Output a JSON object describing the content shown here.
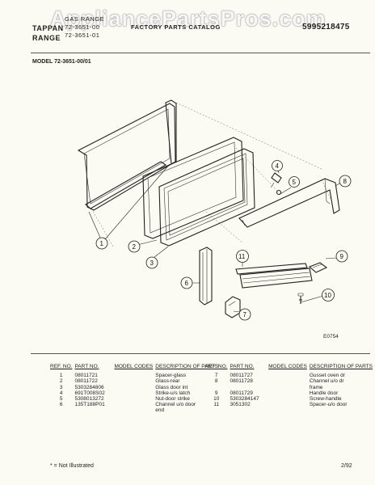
{
  "watermark": "AppliancePartsPros.com",
  "header": {
    "left_line1": "TAPPAN",
    "left_line2": "RANGE",
    "sub_line1": "GAS RANGE",
    "sub_line2": "72-3651-00",
    "sub_line3": "72-3651-01",
    "catalog": "FACTORY PARTS CATALOG",
    "part_number": "5995218475"
  },
  "model": "MODEL 72-3651-00/01",
  "figure_code": "E0754",
  "callouts": [
    "1",
    "2",
    "3",
    "4",
    "5",
    "6",
    "7",
    "8",
    "9",
    "10",
    "11"
  ],
  "table": {
    "left_headers": [
      "REF. NO.",
      "PART NO.",
      "MODEL CODES",
      "DESCRIPTION OF PARTS"
    ],
    "right_headers": [
      "REF. NO.",
      "PART NO.",
      "MODEL CODES",
      "DESCRIPTION OF PARTS"
    ],
    "left_rows": [
      {
        "ref": "1",
        "part": "08011721",
        "desc": "Spacer-glass"
      },
      {
        "ref": "2",
        "part": "08011722",
        "desc": "Glass-rear"
      },
      {
        "ref": "3",
        "part": "5303284806",
        "desc": "Glass door int"
      },
      {
        "ref": "4",
        "part": "691T008S02",
        "desc": "Strike-u/s latch"
      },
      {
        "ref": "5",
        "part": "5308013272",
        "desc": "Nut-door strike"
      },
      {
        "ref": "6",
        "part": "135T188P01",
        "desc": "Channel u/o door"
      },
      {
        "ref": "",
        "part": "",
        "desc": "end"
      }
    ],
    "right_rows": [
      {
        "ref": "7",
        "part": "08011727",
        "desc": "Gusset oven dr"
      },
      {
        "ref": "8",
        "part": "08011728",
        "desc": "Channel u/o dr"
      },
      {
        "ref": "",
        "part": "",
        "desc": "frame"
      },
      {
        "ref": "9",
        "part": "08011729",
        "desc": "Handle door"
      },
      {
        "ref": "10",
        "part": "5303284147",
        "desc": "Screw-handle"
      },
      {
        "ref": "11",
        "part": "3051302",
        "desc": "Spacer-u/o door"
      }
    ]
  },
  "footer": {
    "note": "* = Not Illustrated",
    "date": "2/92"
  }
}
